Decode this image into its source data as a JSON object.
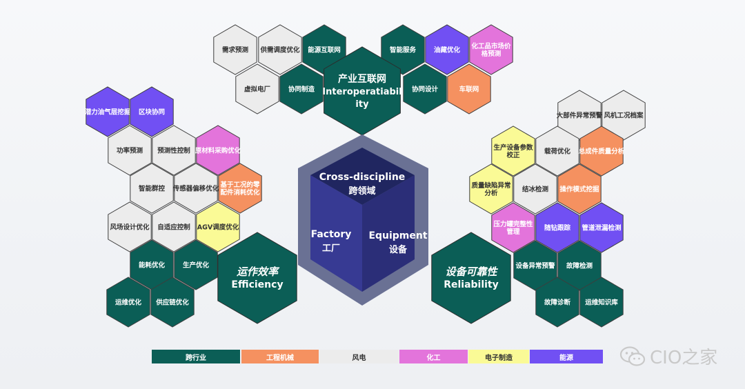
{
  "colors": {
    "cross": "#0b5e56",
    "eng": "#f59160",
    "wind": "#ececec",
    "chem": "#e374db",
    "elec": "#fafa96",
    "energy": "#7150f3"
  },
  "legend": [
    {
      "label": "跨行业",
      "color": "cross"
    },
    {
      "label": "工程机械",
      "color": "eng"
    },
    {
      "label": "风电",
      "color": "wind"
    },
    {
      "label": "化工",
      "color": "chem"
    },
    {
      "label": "电子制造",
      "color": "elec"
    },
    {
      "label": "能源",
      "color": "energy"
    }
  ],
  "cube": {
    "top_en": "Cross-discipline",
    "top_cn": "跨领域",
    "left_en": "Factory",
    "left_cn": "工厂",
    "right_en": "Equipment",
    "right_cn": "设备"
  },
  "big_hexes": [
    {
      "id": "interop",
      "cn": "产业互联网",
      "en": "Interoperatiabil ity"
    },
    {
      "id": "efficiency",
      "cn": "运作效率",
      "en": "Efficiency"
    },
    {
      "id": "reliability",
      "cn": "设备可靠性",
      "en": "Reliability"
    }
  ],
  "hexes": [
    {
      "label": "需求预测",
      "color": "wind"
    },
    {
      "label": "供需调度优化",
      "color": "wind"
    },
    {
      "label": "能源互联网",
      "color": "cross"
    },
    {
      "label": "虚拟电厂",
      "color": "wind"
    },
    {
      "label": "协同制造",
      "color": "cross"
    },
    {
      "label": "智能服务",
      "color": "cross"
    },
    {
      "label": "油藏优化",
      "color": "energy"
    },
    {
      "label": "化工品市场价格预测",
      "color": "chem"
    },
    {
      "label": "协同设计",
      "color": "cross"
    },
    {
      "label": "车联网",
      "color": "eng"
    },
    {
      "label": "潜力油气层挖掘",
      "color": "energy"
    },
    {
      "label": "区块协同",
      "color": "energy"
    },
    {
      "label": "功率预测",
      "color": "wind"
    },
    {
      "label": "预测性控制",
      "color": "wind"
    },
    {
      "label": "原材料采购优化",
      "color": "chem"
    },
    {
      "label": "智能群控",
      "color": "wind"
    },
    {
      "label": "传感器偏移优化",
      "color": "wind"
    },
    {
      "label": "基于工况的零配件消耗优化",
      "color": "eng"
    },
    {
      "label": "风场设计优化",
      "color": "wind"
    },
    {
      "label": "自适应控制",
      "color": "wind"
    },
    {
      "label": "AGV调度优化",
      "color": "elec"
    },
    {
      "label": "能耗优化",
      "color": "cross"
    },
    {
      "label": "生产优化",
      "color": "cross"
    },
    {
      "label": "运维优化",
      "color": "cross"
    },
    {
      "label": "供应链优化",
      "color": "cross"
    },
    {
      "label": "大部件异常预警",
      "color": "wind"
    },
    {
      "label": "风机工况档案",
      "color": "wind"
    },
    {
      "label": "生产设备参数校正",
      "color": "elec"
    },
    {
      "label": "载荷优化",
      "color": "wind"
    },
    {
      "label": "总成件质量分析",
      "color": "eng"
    },
    {
      "label": "质量缺陷异常分析",
      "color": "elec"
    },
    {
      "label": "结冰检测",
      "color": "wind"
    },
    {
      "label": "操作模式挖掘",
      "color": "eng"
    },
    {
      "label": "压力罐完整性管理",
      "color": "chem"
    },
    {
      "label": "随钻跟踪",
      "color": "energy"
    },
    {
      "label": "管道泄漏检测",
      "color": "energy"
    },
    {
      "label": "设备异常预警",
      "color": "cross"
    },
    {
      "label": "故障检测",
      "color": "cross"
    },
    {
      "label": "故障诊断",
      "color": "cross"
    },
    {
      "label": "运维知识库",
      "color": "cross"
    }
  ],
  "watermark": "CIO之家"
}
